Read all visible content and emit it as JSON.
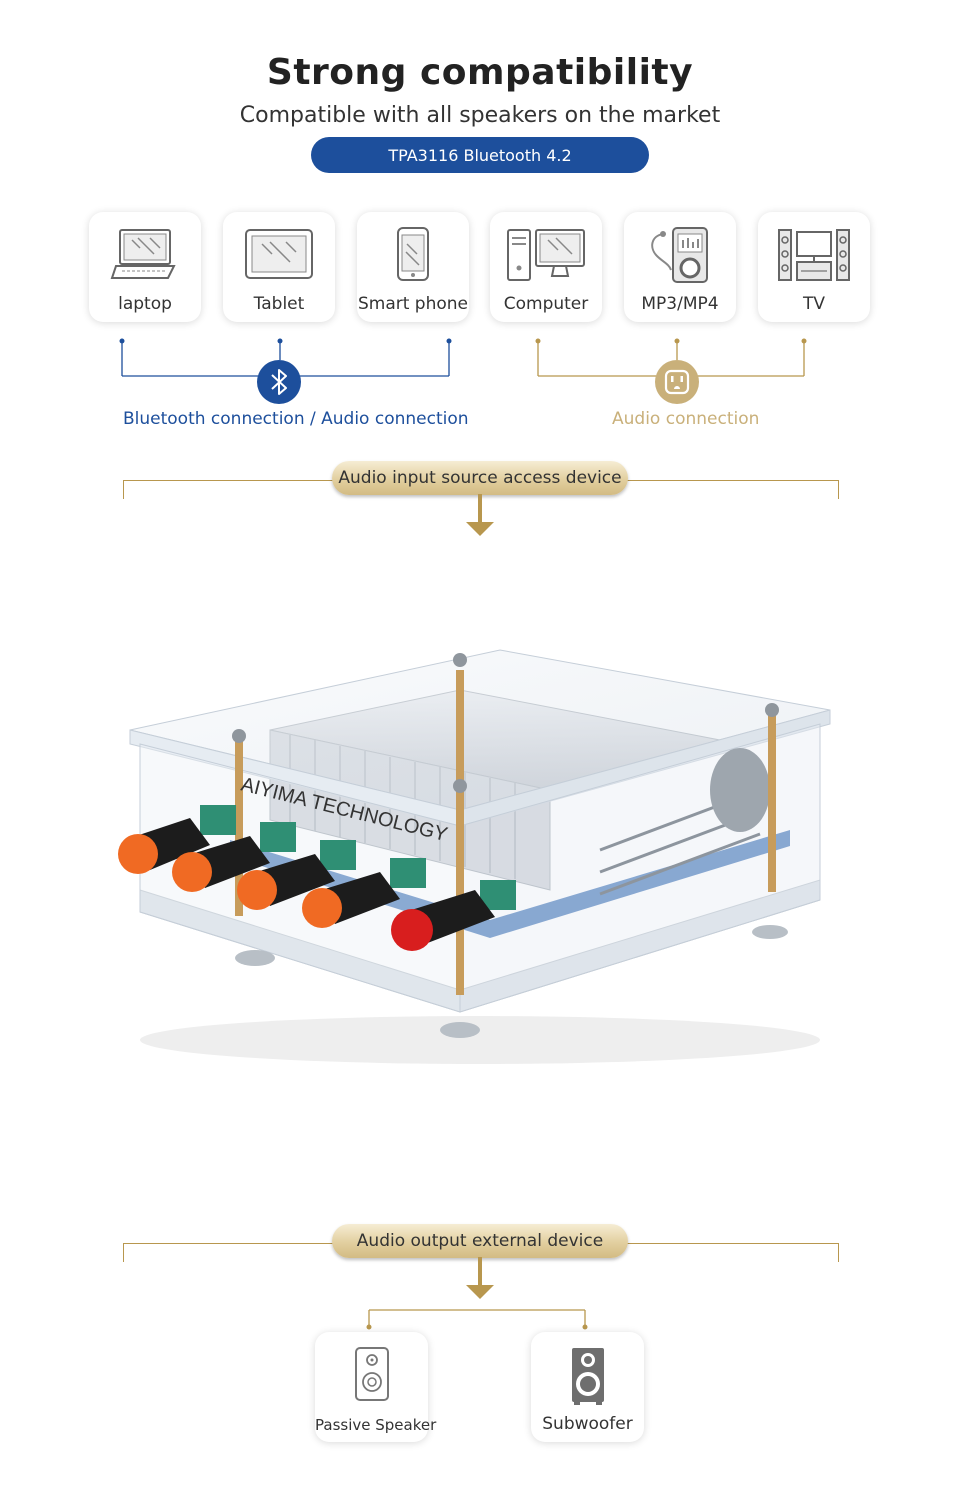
{
  "header": {
    "title": "Strong compatibility",
    "subtitle": "Compatible with all speakers on the market",
    "badge": "TPA3116 Bluetooth 4.2"
  },
  "devices": [
    {
      "label": "laptop",
      "icon": "laptop-icon"
    },
    {
      "label": "Tablet",
      "icon": "tablet-icon"
    },
    {
      "label": "Smart phone",
      "icon": "smartphone-icon"
    },
    {
      "label": "Computer",
      "icon": "computer-icon"
    },
    {
      "label": "MP3/MP4",
      "icon": "mp3-player-icon"
    },
    {
      "label": "TV",
      "icon": "tv-icon"
    }
  ],
  "connections": {
    "bluetooth_label": "Bluetooth connection / Audio connection",
    "audio_label": "Audio connection"
  },
  "input_section": {
    "label": "Audio input source access device"
  },
  "product": {
    "brand_text": "AIYIMA TECHNOLOGY"
  },
  "output_section": {
    "label": "Audio output external device"
  },
  "outputs": [
    {
      "label": "Passive Speaker",
      "icon": "passive-speaker-icon"
    },
    {
      "label": "Subwoofer",
      "icon": "subwoofer-icon"
    }
  ],
  "colors": {
    "blue": "#1d4f9c",
    "gold": "#c9b07a",
    "gold_line": "#b8974e",
    "knob_orange": "#f06a23",
    "knob_red": "#d81e1e"
  }
}
